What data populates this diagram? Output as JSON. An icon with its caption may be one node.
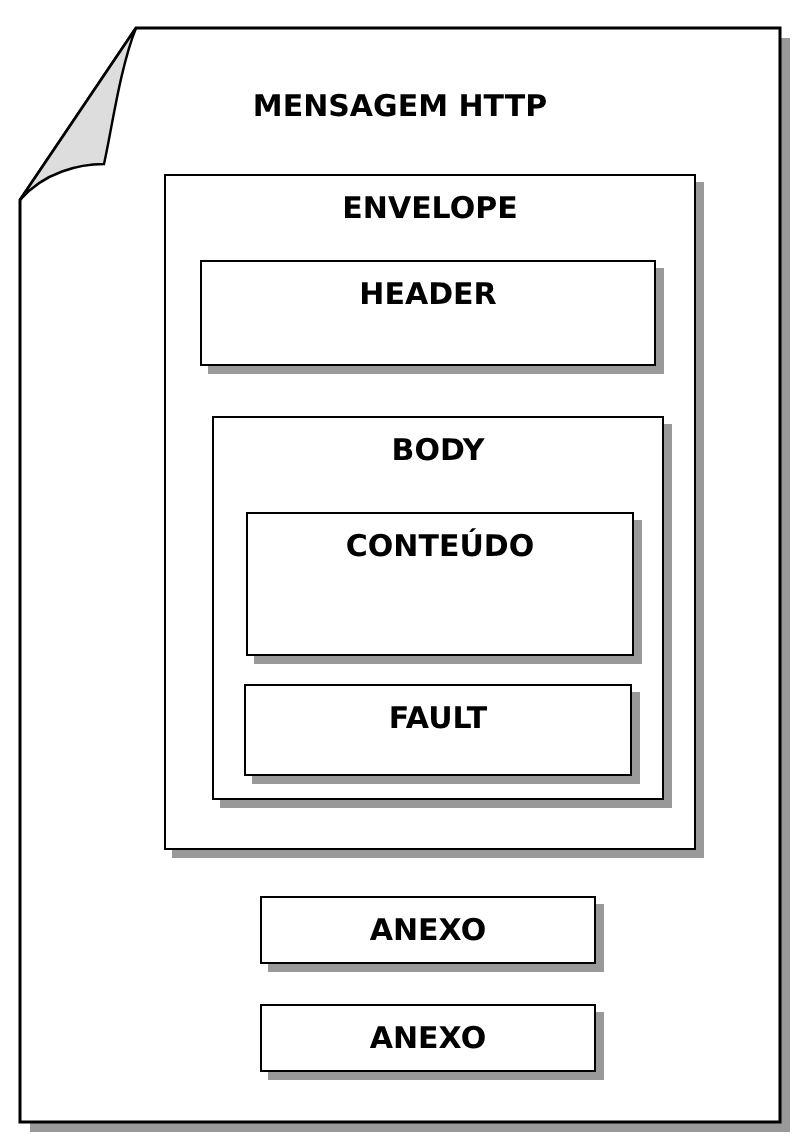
{
  "diagram": {
    "nodes": [
      {
        "text": [
          "MENSAGEM HTTP"
        ]
      },
      {
        "text": [
          "ENVELOPE"
        ],
        "in": 0
      },
      {
        "text": [
          "HEADER"
        ],
        "in": 1
      },
      {
        "text": [
          "BODY"
        ],
        "in": 1
      },
      {
        "text": [
          "CONTEÚDO"
        ],
        "in": 3
      },
      {
        "text": [
          "FAULT"
        ],
        "in": 3
      },
      {
        "text": [
          "ANEXO"
        ],
        "in": 0
      },
      {
        "text": [
          "ANEXO"
        ],
        "in": 0
      }
    ]
  }
}
